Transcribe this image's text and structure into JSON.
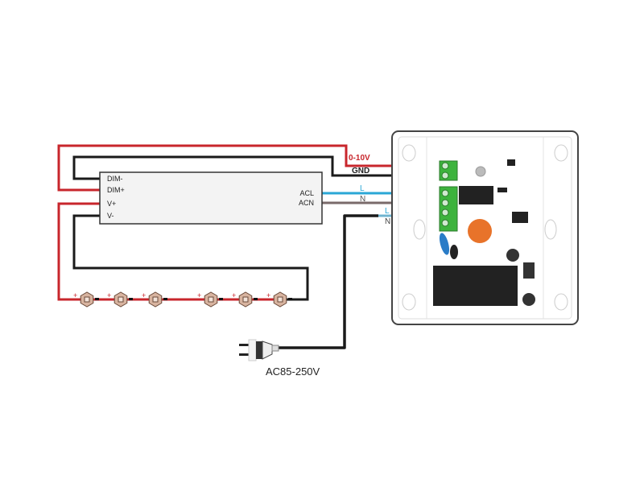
{
  "driver": {
    "pins_left": [
      "DIM-",
      "DIM+",
      "V+",
      "V-"
    ],
    "pins_right": [
      "ACL",
      "ACN"
    ]
  },
  "wires": {
    "dim_signal": "0-10V",
    "ground": "GND",
    "live_out": "L",
    "neutral_out": "N",
    "live_in": "L",
    "neutral_in": "N"
  },
  "plug": {
    "label": "AC85-250V"
  },
  "leds": {
    "count_shown": 6,
    "plus": "+",
    "minus": "-",
    "ellipsis": "· · ·"
  },
  "colors": {
    "red": "#c8262c",
    "black": "#1a1a1a",
    "blue": "#2aa7d6",
    "brown": "#7a6a6a",
    "terminal_green": "#3db33d",
    "pot_orange": "#e8732a"
  }
}
